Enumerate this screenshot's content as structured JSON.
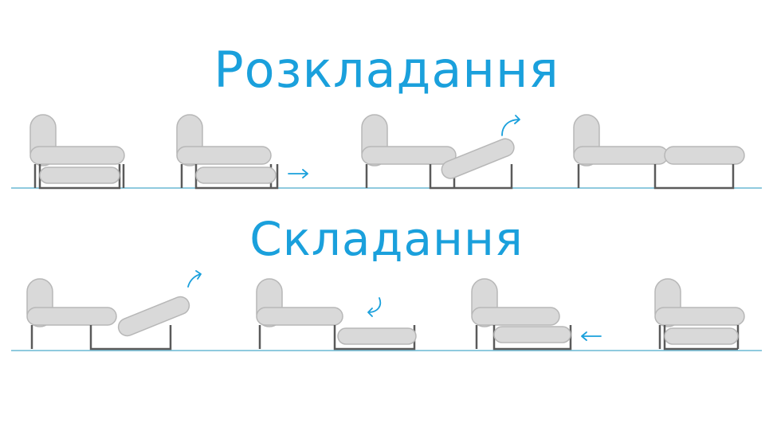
{
  "titles": {
    "unfold": "Розкладання",
    "fold": "Складання"
  },
  "colors": {
    "accent": "#1aa0dc",
    "cushion_fill": "#d9d9d9",
    "cushion_stroke": "#b7b7b7",
    "frame": "#5a5a5a",
    "floor_line": "#6ab8d4"
  },
  "sections": [
    {
      "name": "unfold",
      "steps": [
        {
          "state": "folded",
          "icon": null
        },
        {
          "state": "pulled-out",
          "icon": "arrow-right-icon"
        },
        {
          "state": "lifting",
          "icon": "curved-arrow-up-icon"
        },
        {
          "state": "bed-open",
          "icon": null
        }
      ]
    },
    {
      "name": "fold",
      "steps": [
        {
          "state": "lifting",
          "icon": "curved-arrow-up-icon"
        },
        {
          "state": "lowered-out",
          "icon": "curved-arrow-down-icon"
        },
        {
          "state": "pushing-in",
          "icon": "arrow-left-icon"
        },
        {
          "state": "folded",
          "icon": null
        }
      ]
    }
  ]
}
